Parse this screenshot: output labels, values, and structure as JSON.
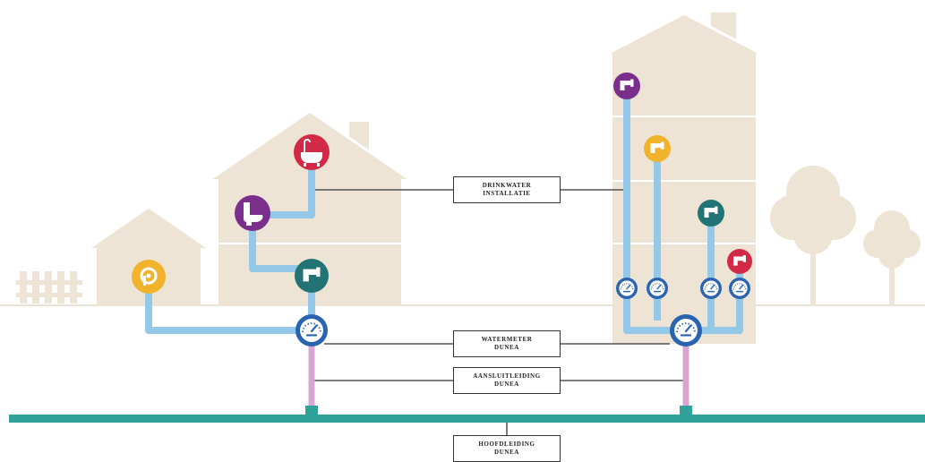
{
  "colors": {
    "house": "#ede4d6",
    "house_line": "#ffffff",
    "pipe_blue": "#93c8e8",
    "pipe_pink": "#d9a6d4",
    "main_green": "#2fa39a",
    "meter": "#2a63b0",
    "bath": "#d22a46",
    "toilet": "#7b2f8c",
    "tap_teal": "#217374",
    "tap_purple": "#7b2f8c",
    "tap_yellow": "#f0b32b",
    "tap_teal2": "#217374",
    "tap_red": "#d22a46",
    "garden_tap": "#f0b32b"
  },
  "icons": {
    "bath": "bath-icon",
    "toilet": "toilet-icon",
    "tap": "tap-icon",
    "garden_tap": "garden-tap-icon",
    "meter": "watermeter-icon"
  },
  "labels": {
    "drinkwater": [
      "DRINKWATER",
      "INSTALLATIE"
    ],
    "watermeter": [
      "WATERMETER",
      "DUNEA"
    ],
    "aansluit": [
      "AANSLUITLEIDING",
      "DUNEA"
    ],
    "hoofd": [
      "HOOFDLEIDING",
      "DUNEA"
    ]
  }
}
